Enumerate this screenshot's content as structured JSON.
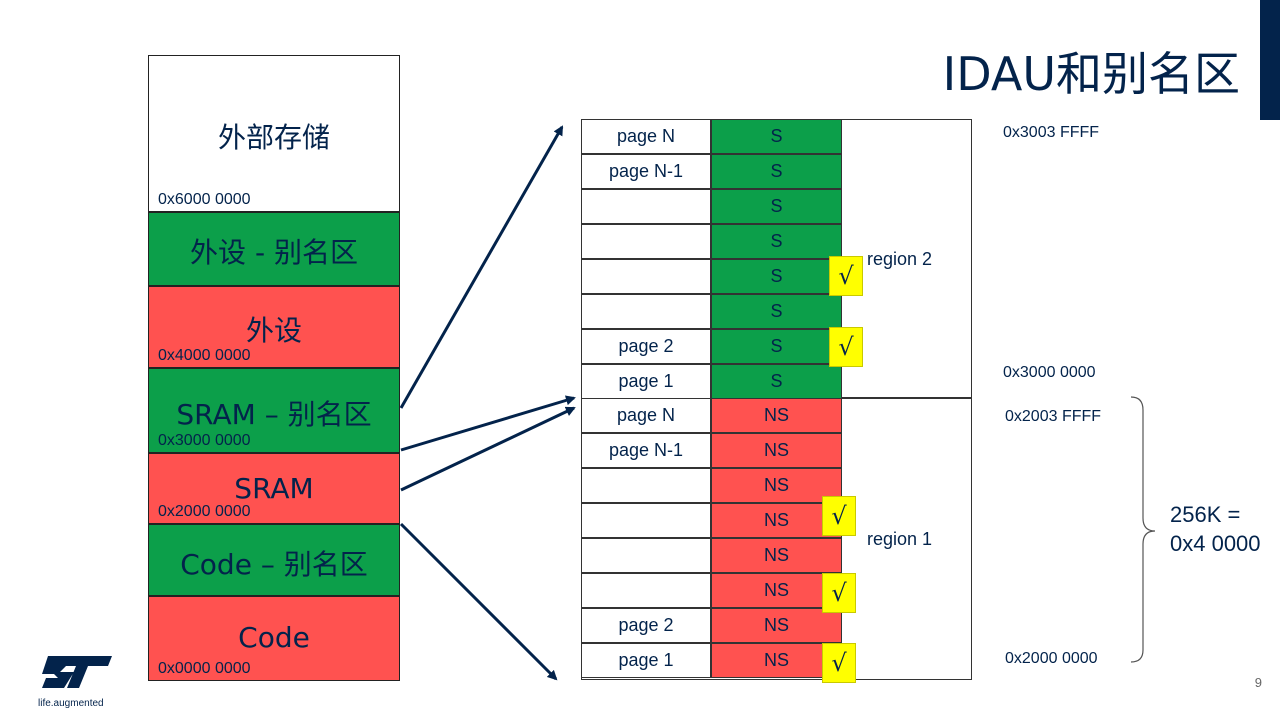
{
  "title": "IDAU和别名区",
  "page_number": "9",
  "logo_text": "life.augmented",
  "memory_map": [
    {
      "label": "外部存储",
      "addr": "0x6000 0000",
      "color": "white"
    },
    {
      "label": "外设 -  别名区",
      "addr": "",
      "color": "green"
    },
    {
      "label": "外设",
      "addr": "0x4000 0000",
      "color": "red"
    },
    {
      "label": "SRAM – 别名区",
      "addr": "0x3000 0000",
      "color": "green"
    },
    {
      "label": "SRAM",
      "addr": "0x2000 0000",
      "color": "red"
    },
    {
      "label": "Code – 别名区",
      "addr": "",
      "color": "green"
    },
    {
      "label": "Code",
      "addr": "0x0000 0000",
      "color": "red"
    }
  ],
  "pages_region2": [
    {
      "page": "page N",
      "attr": "S"
    },
    {
      "page": "page N-1",
      "attr": "S"
    },
    {
      "page": "",
      "attr": "S"
    },
    {
      "page": "",
      "attr": "S"
    },
    {
      "page": "",
      "attr": "S"
    },
    {
      "page": "",
      "attr": "S"
    },
    {
      "page": "page 2",
      "attr": "S"
    },
    {
      "page": "page 1",
      "attr": "S"
    }
  ],
  "pages_region1": [
    {
      "page": "page N",
      "attr": "NS"
    },
    {
      "page": "page N-1",
      "attr": "NS"
    },
    {
      "page": "",
      "attr": "NS"
    },
    {
      "page": "",
      "attr": "NS"
    },
    {
      "page": "",
      "attr": "NS"
    },
    {
      "page": "",
      "attr": "NS"
    },
    {
      "page": "page 2",
      "attr": "NS"
    },
    {
      "page": "page 1",
      "attr": "NS"
    }
  ],
  "region2_label": "region 2",
  "region1_label": "region 1",
  "check_mark": "√",
  "right_addresses": {
    "a1": "0x3003 FFFF",
    "a2": "0x3000 0000",
    "a3": "0x2003 FFFF",
    "a4": "0x2000 0000"
  },
  "size_label_line1": "256K =",
  "size_label_line2": "0x4 0000",
  "colors": {
    "navy": "#03234b",
    "green": "#0c9f4a",
    "red": "#ff5250",
    "yellow": "#ffff00"
  }
}
